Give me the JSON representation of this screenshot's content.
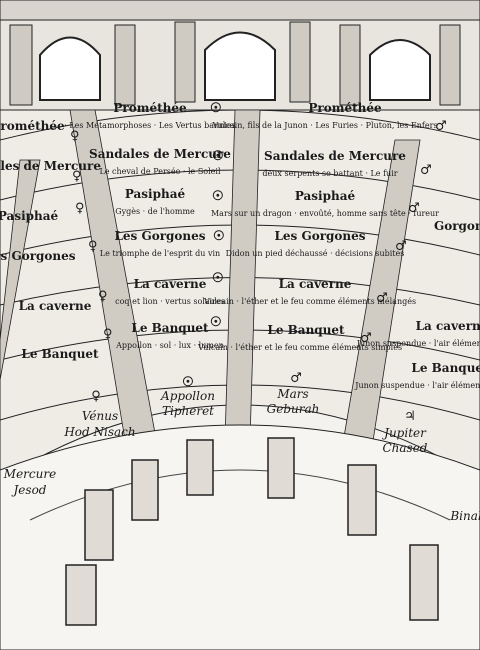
{
  "colors": {
    "ink": "#1a1a1a",
    "paper": "#f4f2ee",
    "shade": "#9a9a9a",
    "dark": "#555555"
  },
  "center": {
    "title": "Prométhée",
    "rows": [
      {
        "header": "Prométhée",
        "sub": "Vulcain, fils de la Junon · Les Furies · Pluton, les Enfers",
        "symbol": "♂"
      },
      {
        "header": "Sandales de Mercure",
        "sub": "deux serpents se battant · Le fuir",
        "symbol": "♂"
      },
      {
        "header": "Pasiphaé",
        "sub": "Mars sur un dragon · envoûté, homme sans tête · fureur",
        "symbol": "♂"
      },
      {
        "header": "Les Gorgones",
        "sub": "Didon un pied déchaussé · décisions subites",
        "symbol": "♂"
      },
      {
        "header": "La caverne",
        "sub": "Vulcain · l'éther et le feu comme éléments mélangés",
        "symbol": "♂"
      },
      {
        "header": "Le Banquet",
        "sub": "Vulcain · l'éther et le feu comme éléments simples",
        "symbol": "♂"
      }
    ],
    "footer_symbol": "♂",
    "footer_lines": [
      "Mars",
      "Geburah"
    ]
  },
  "leftcenter": {
    "rows": [
      {
        "header": "Prométhée",
        "sub": "· Les Métamorphoses · Les Vertus bannies",
        "symbol": "☉"
      },
      {
        "header": "Sandales de Mercure",
        "sub": "Le cheval de Persée · le Soleil",
        "symbol": "☉"
      },
      {
        "header": "Pasiphaé",
        "sub": "Gygès · de l'homme",
        "symbol": "☉"
      },
      {
        "header": "Les Gorgones",
        "sub": "Le triomphe de l'esprit du vin",
        "symbol": "☉"
      },
      {
        "header": "La caverne",
        "sub": "coq et lion · vertus solaires",
        "symbol": "☉"
      },
      {
        "header": "Le Banquet",
        "sub": "Appollon · sol · lux · lumen",
        "symbol": "☉"
      }
    ],
    "footer_symbol": "☉",
    "footer_lines": [
      "Appollon",
      "Tipheret"
    ]
  },
  "left": {
    "rows": [
      {
        "header": "Prométhée",
        "symbol": "♀"
      },
      {
        "header": "Sandales de Mercure",
        "symbol": "♀"
      },
      {
        "header": "Pasiphaé",
        "symbol": "♀"
      },
      {
        "header": "Les Gorgones",
        "symbol": "♀"
      },
      {
        "header": "La caverne",
        "symbol": "♀"
      },
      {
        "header": "Le Banquet",
        "symbol": "♀"
      }
    ],
    "footer_symbol": "♀",
    "footer_lines": [
      "Vénus",
      "Hod Nisach"
    ]
  },
  "farleft": {
    "footer_lines": [
      "Mercure",
      "Jesod"
    ]
  },
  "right": {
    "rows": [
      {
        "header": "Gorgones",
        "sub": ""
      },
      {
        "header": "La caverne",
        "sub": "Junon suspendue · l'air élément composé"
      },
      {
        "header": "Le Banquet",
        "sub": "Junon suspendue · l'air élément simple"
      }
    ],
    "footer_symbol": "♃",
    "footer_lines": [
      "Jupiter",
      "Chased"
    ]
  },
  "farright": {
    "footer_lines": [
      "Binah"
    ]
  }
}
